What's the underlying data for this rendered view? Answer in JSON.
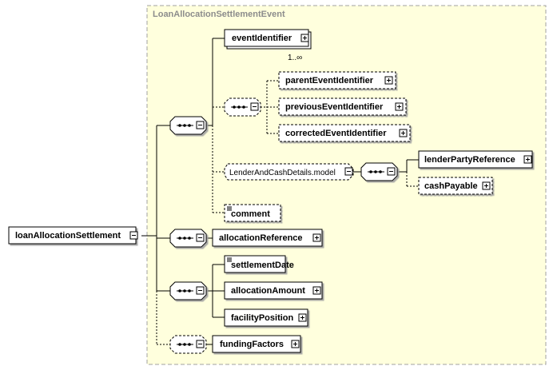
{
  "diagram": {
    "context_title": "LoanAllocationSettlementEvent",
    "root": {
      "label": "loanAllocationSettlement"
    },
    "elements": {
      "eventIdentifier": "eventIdentifier",
      "eventIdentifier_cardinality": "1..∞",
      "parentEventIdentifier": "parentEventIdentifier",
      "previousEventIdentifier": "previousEventIdentifier",
      "correctedEventIdentifier": "correctedEventIdentifier",
      "lenderAndCashDetails": "LenderAndCashDetails.model",
      "lenderPartyReference": "lenderPartyReference",
      "cashPayable": "cashPayable",
      "comment": "comment",
      "allocationReference": "allocationReference",
      "settlementDate": "settlementDate",
      "allocationAmount": "allocationAmount",
      "facilityPosition": "facilityPosition",
      "fundingFactors": "fundingFactors"
    },
    "colors": {
      "context_bg": "#ffffdd",
      "context_border": "#a0a0a0",
      "box_fill": "#ffffff",
      "line": "#000000"
    }
  }
}
